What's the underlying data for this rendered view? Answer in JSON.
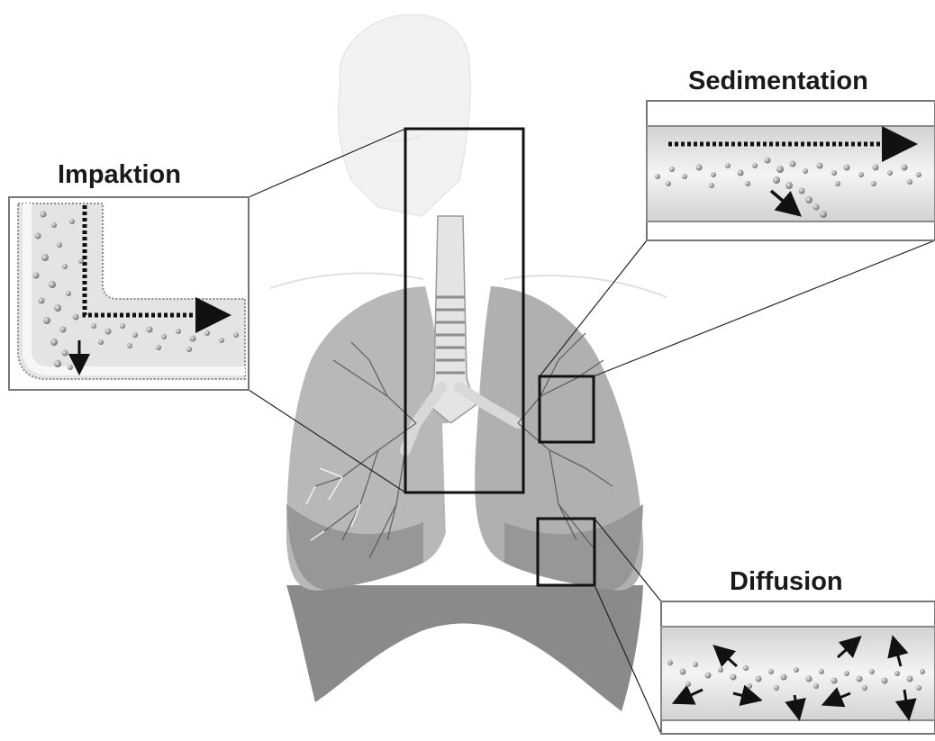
{
  "labels": {
    "impaktion": "Impaktion",
    "sedimentation": "Sedimentation",
    "diffusion": "Diffusion"
  },
  "colors": {
    "lung_light": "#b4b4b4",
    "lung_dark": "#6e6e6e",
    "airway": "#e2e2e2",
    "particle": "#8c8c8c",
    "frame": "#222222"
  },
  "icons": [
    "dotted-arrow",
    "solid-arrow",
    "particle-dot"
  ]
}
